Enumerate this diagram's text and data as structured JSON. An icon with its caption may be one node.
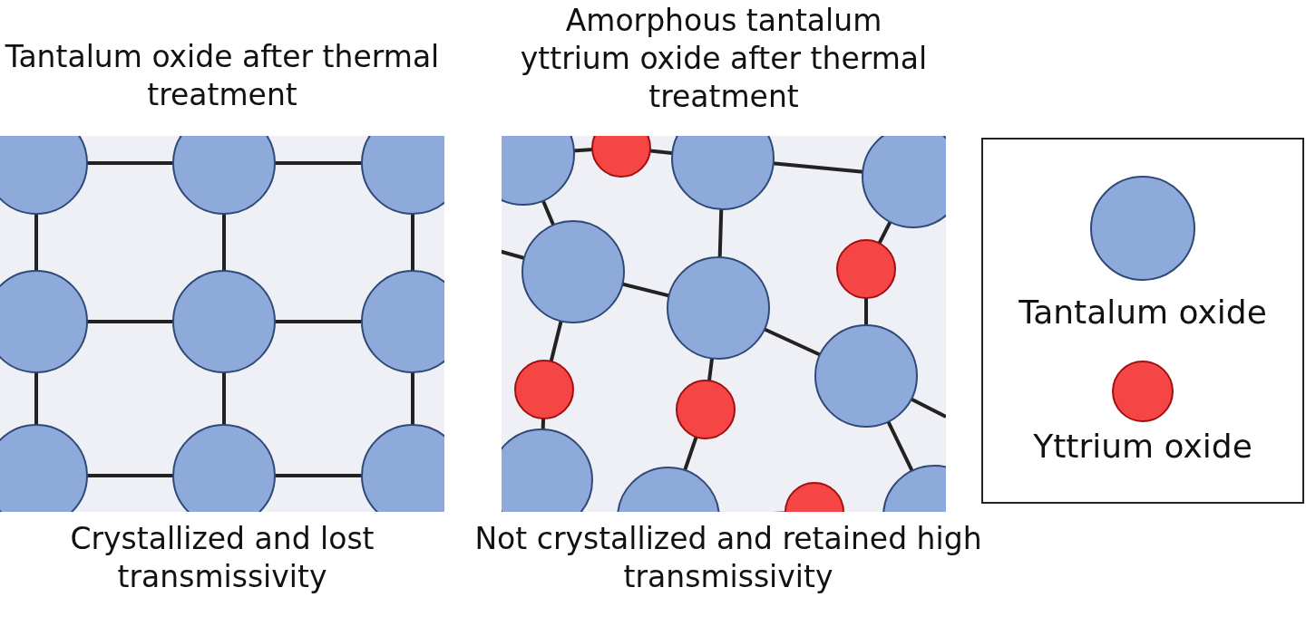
{
  "diagram": {
    "nodes": [
      {
        "text": [
          "Tantalum oxide after thermal treatment"
        ],
        "beside": [
          "Crystallized and lost transmissivity"
        ]
      },
      {
        "text": [
          "Amorphous tantalum yttrium oxide after thermal treatment"
        ],
        "beside": [
          "Not crystallized and retained high transmissivity"
        ]
      }
    ],
    "legend": [
      {
        "text": "Tantalum oxide",
        "color": "#8eaadb"
      },
      {
        "text": "Yttrium oxide",
        "color": "#f54545"
      }
    ]
  }
}
